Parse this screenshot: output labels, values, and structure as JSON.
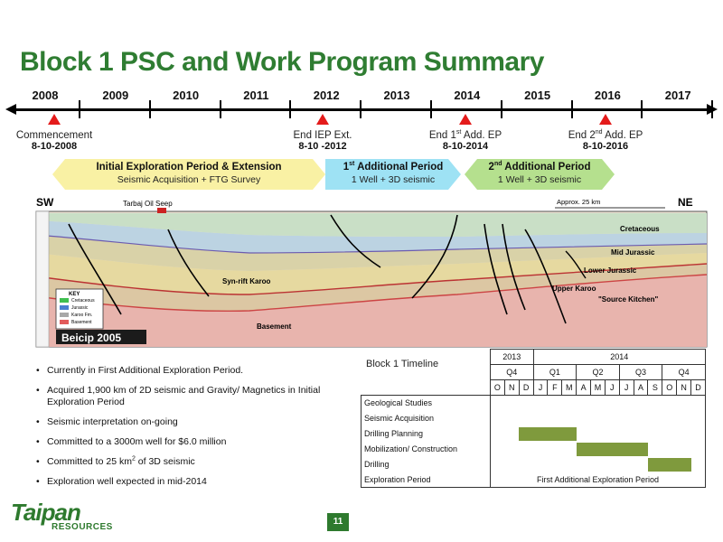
{
  "slide": {
    "title": "Block 1 PSC and Work Program Summary",
    "page_number": "11"
  },
  "timeline": {
    "years": [
      "2008",
      "2009",
      "2010",
      "2011",
      "2012",
      "2013",
      "2014",
      "2015",
      "2016",
      "2017"
    ],
    "milestones": [
      {
        "line1": "Commencement",
        "line1_sup": "",
        "line1_post": "",
        "line2": "8-10-2008"
      },
      {
        "line1": "End IEP Ext.",
        "line1_sup": "",
        "line1_post": "",
        "line2": "8-10 -2012"
      },
      {
        "line1": "End 1",
        "line1_sup": "st",
        "line1_post": " Add. EP",
        "line2": "8-10-2014"
      },
      {
        "line1": "End 2",
        "line1_sup": "nd",
        "line1_post": " Add. EP",
        "line2": "8-10-2016"
      }
    ],
    "marker_color": "#e41b1b",
    "phases": [
      {
        "title": "Initial Exploration Period & Extension",
        "title_sup": "",
        "title_post": "",
        "sub": "Seismic Acquisition + FTG Survey",
        "color": "#f9f1a4"
      },
      {
        "title": "1",
        "title_sup": "st",
        "title_post": " Additional Period",
        "sub": "1 Well + 3D seismic",
        "color": "#9ee2f4"
      },
      {
        "title": "2",
        "title_sup": "nd",
        "title_post": " Additional Period",
        "sub": "1 Well + 3D seismic",
        "color": "#b5e08e"
      }
    ]
  },
  "cross_section": {
    "left_label": "SW",
    "right_label": "NE",
    "seep_label": "Tarbaj Oil Seep",
    "scale_label": "Approx. 25 km",
    "layer_labels": [
      "Cretaceous",
      "Mid Jurassic",
      "Lower Jurassic",
      "Upper Karoo",
      "\"Source Kitchen\"",
      "Syn-rift  Karoo",
      "Basement"
    ],
    "key_title": "KEY",
    "key_items": [
      {
        "label": "Cretaceous",
        "color": "#3fbf4f"
      },
      {
        "label": "Jurassic",
        "color": "#4a7fd0"
      },
      {
        "label": "Karoo Fm.",
        "color": "#a8a8a8"
      },
      {
        "label": "Basement",
        "color": "#e25a5a"
      }
    ],
    "credit": "Beicip 2005"
  },
  "bullets": [
    {
      "pre": "Currently in First Additional Exploration Period.",
      "sup": "",
      "post": ""
    },
    {
      "pre": "Acquired 1,900 km of 2D seismic and Gravity/ Magnetics in Initial Exploration Period",
      "sup": "",
      "post": ""
    },
    {
      "pre": "Seismic interpretation on-going",
      "sup": "",
      "post": ""
    },
    {
      "pre": "Committed to a 3000m well  for $6.0 million",
      "sup": "",
      "post": ""
    },
    {
      "pre": "Committed to 25 km",
      "sup": "2",
      "post": " of 3D seismic"
    },
    {
      "pre": "Exploration well expected in mid-2014",
      "sup": "",
      "post": ""
    }
  ],
  "gantt": {
    "title": "Block 1 Timeline",
    "years": [
      {
        "label": "2013",
        "span": 3
      },
      {
        "label": "2014",
        "span": 12
      }
    ],
    "quarters": [
      {
        "label": "Q4",
        "span": 3
      },
      {
        "label": "Q1",
        "span": 3
      },
      {
        "label": "Q2",
        "span": 3
      },
      {
        "label": "Q3",
        "span": 3
      },
      {
        "label": "Q4",
        "span": 3
      }
    ],
    "months": [
      "O",
      "N",
      "D",
      "J",
      "F",
      "M",
      "A",
      "M",
      "J",
      "J",
      "A",
      "S",
      "O",
      "N",
      "D"
    ],
    "activities": [
      {
        "name": "Geological Studies",
        "bar": null
      },
      {
        "name": "Seismic Acquisition",
        "bar": null
      },
      {
        "name": "Drilling Planning",
        "bar": [
          2,
          6
        ]
      },
      {
        "name": "Mobilization/ Construction",
        "bar": [
          6,
          11
        ]
      },
      {
        "name": "Drilling",
        "bar": [
          11,
          14
        ]
      },
      {
        "name": "Exploration Period",
        "bar": null,
        "text": "First Additional Exploration Period"
      }
    ],
    "bar_color": "#7f9a3d"
  },
  "footer": {
    "logo_main": "Taipan",
    "logo_sub": "RESOURCES"
  }
}
